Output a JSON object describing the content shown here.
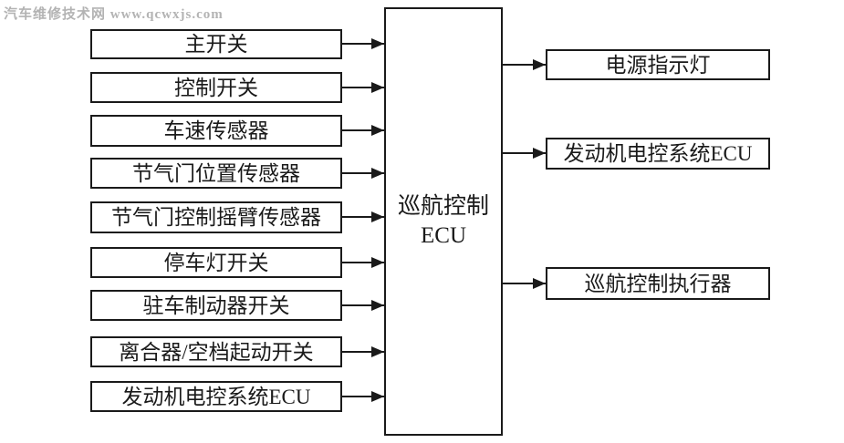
{
  "watermark": "汽车维修技术网 www.qcwxjs.com",
  "diagram": {
    "center": {
      "line1": "巡航控制",
      "line2": "ECU"
    },
    "inputs": [
      {
        "label": "主开关"
      },
      {
        "label": "控制开关"
      },
      {
        "label": "车速传感器"
      },
      {
        "label": "节气门位置传感器"
      },
      {
        "label": "节气门控制摇臂传感器"
      },
      {
        "label": "停车灯开关"
      },
      {
        "label": "驻车制动器开关"
      },
      {
        "label": "离合器/空档起动开关"
      },
      {
        "label": "发动机电控系统ECU"
      }
    ],
    "outputs": [
      {
        "label": "电源指示灯"
      },
      {
        "label": "发动机电控系统ECU"
      },
      {
        "label": "巡航控制执行器"
      }
    ],
    "colors": {
      "box_border": "#1a1a1a",
      "box_fill": "#ffffff",
      "text": "#1a1a1a",
      "arrow": "#1a1a1a",
      "watermark": "#b3b3b3",
      "background": "#ffffff"
    }
  }
}
